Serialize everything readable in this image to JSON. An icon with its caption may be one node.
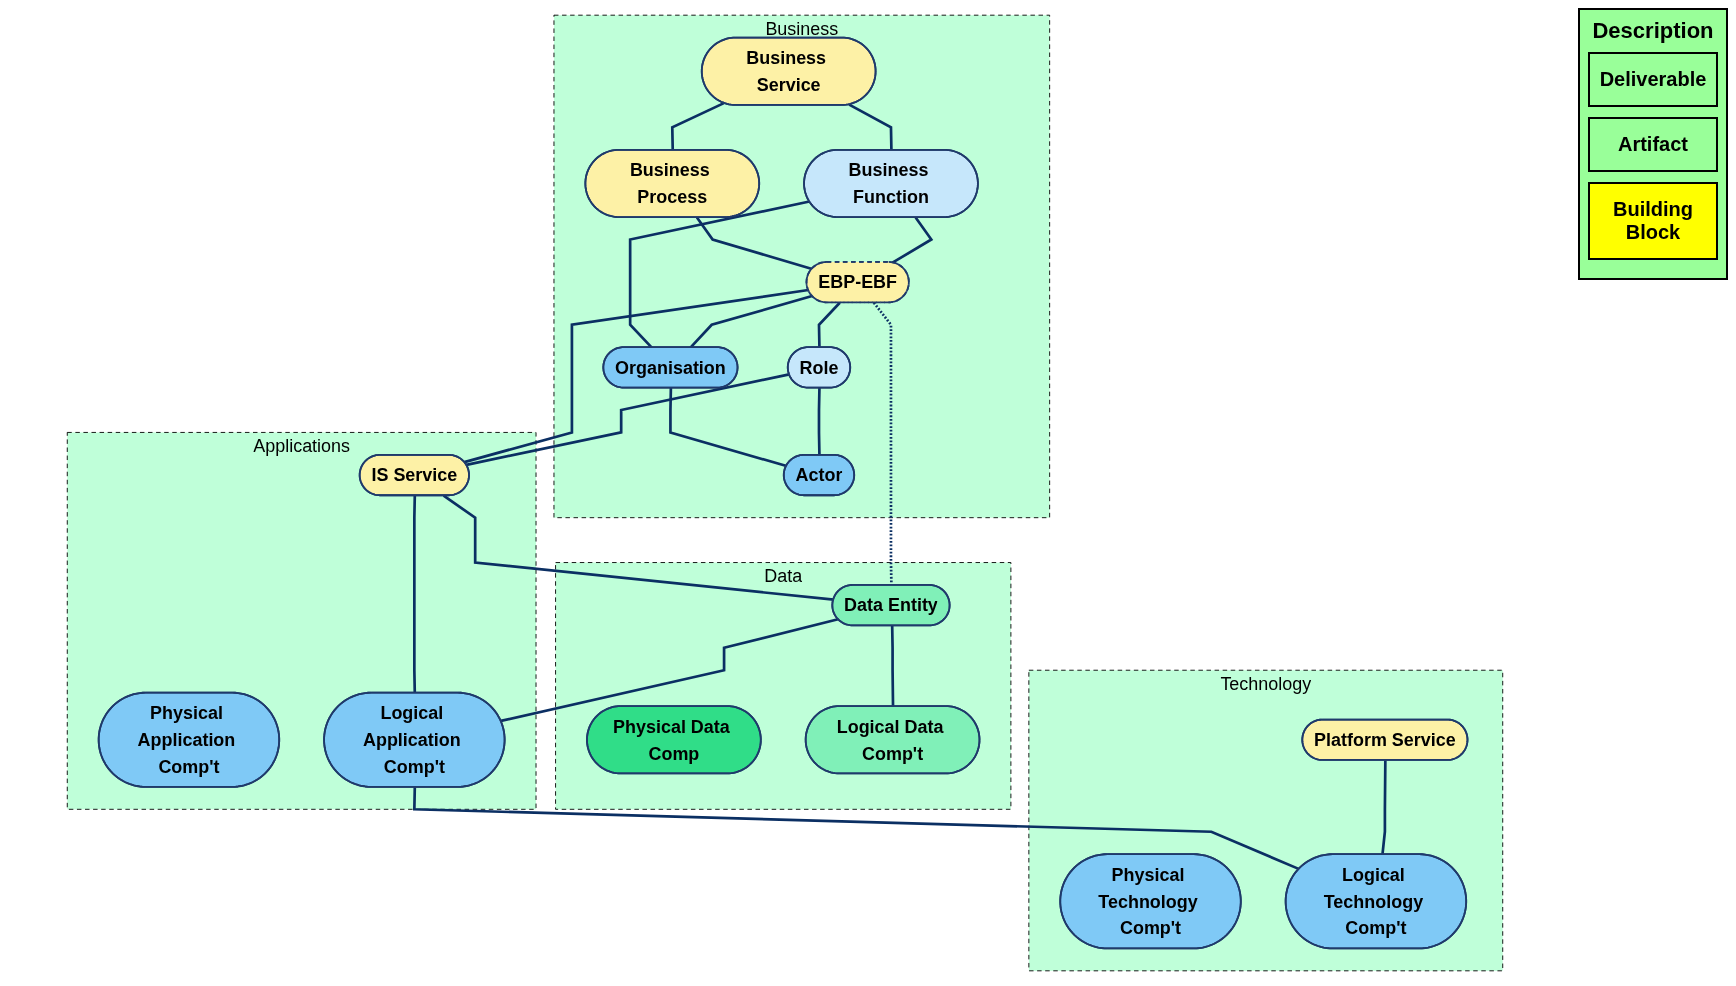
{
  "diagram": {
    "nodes": [
      {
        "text": [
          "Business"
        ]
      },
      {
        "text": [
          "Business Service"
        ],
        "in": 0
      },
      {
        "text": [
          "Business Process"
        ],
        "in": 0
      },
      {
        "text": [
          "Business Function"
        ],
        "in": 0
      },
      {
        "text": [
          "EBP-EBF"
        ],
        "in": 0
      },
      {
        "text": [
          "Organisation"
        ],
        "in": 0
      },
      {
        "text": [
          "Role"
        ],
        "in": 0
      },
      {
        "text": [
          "Actor"
        ],
        "in": 0
      },
      {
        "text": [
          "Data"
        ]
      },
      {
        "text": [
          "Data Entity"
        ],
        "in": 8
      },
      {
        "text": [
          "Physical Data Comp"
        ],
        "in": 8
      },
      {
        "text": [
          "Logical Data Comp't"
        ],
        "in": 8
      },
      {
        "text": [
          "Applications"
        ]
      },
      {
        "text": [
          "IS Service"
        ],
        "in": 12
      },
      {
        "text": [
          "Logical Application Comp't"
        ],
        "in": 12
      },
      {
        "text": [
          "Physical Application Comp't"
        ],
        "in": 12
      },
      {
        "text": [
          "Technology"
        ]
      },
      {
        "text": [
          "Platform Service"
        ],
        "in": 16
      },
      {
        "text": [
          "Logical Technology Comp't"
        ],
        "in": 16
      },
      {
        "text": [
          "Physical Technology Comp't"
        ],
        "in": 16
      }
    ],
    "edges": [
      {
        "from": 1,
        "to": 2,
        "arrow": "none"
      },
      {
        "from": 1,
        "to": 3,
        "arrow": "none"
      },
      {
        "from": 2,
        "to": 4,
        "arrow": "none"
      },
      {
        "from": 3,
        "to": 4,
        "arrow": "none"
      },
      {
        "from": 3,
        "to": 5,
        "arrow": "none"
      },
      {
        "from": 4,
        "to": 5,
        "arrow": "none"
      },
      {
        "from": 4,
        "to": 6,
        "arrow": "none"
      },
      {
        "from": 5,
        "to": 7,
        "arrow": "none"
      },
      {
        "from": 6,
        "to": 7,
        "arrow": "none"
      },
      {
        "from": 4,
        "to": 13,
        "arrow": "none"
      },
      {
        "from": 6,
        "to": 13,
        "arrow": "none"
      },
      {
        "from": 4,
        "to": 9,
        "arrow": "none",
        "style": "dashed"
      },
      {
        "from": 13,
        "to": 9,
        "arrow": "none"
      },
      {
        "from": 13,
        "to": 14,
        "arrow": "none"
      },
      {
        "from": 9,
        "to": 14,
        "arrow": "none"
      },
      {
        "from": 9,
        "to": 11,
        "arrow": "none"
      },
      {
        "from": 14,
        "to": 18,
        "arrow": "none"
      },
      {
        "from": 17,
        "to": 18,
        "arrow": "none"
      }
    ],
    "labels": [
      "Description"
    ],
    "legend": [
      {
        "text": "Deliverable",
        "color": "#99ff99"
      },
      {
        "text": "Artifact",
        "color": "#99ff99"
      },
      {
        "text": "Building Block",
        "color": "#ffff00"
      }
    ]
  }
}
